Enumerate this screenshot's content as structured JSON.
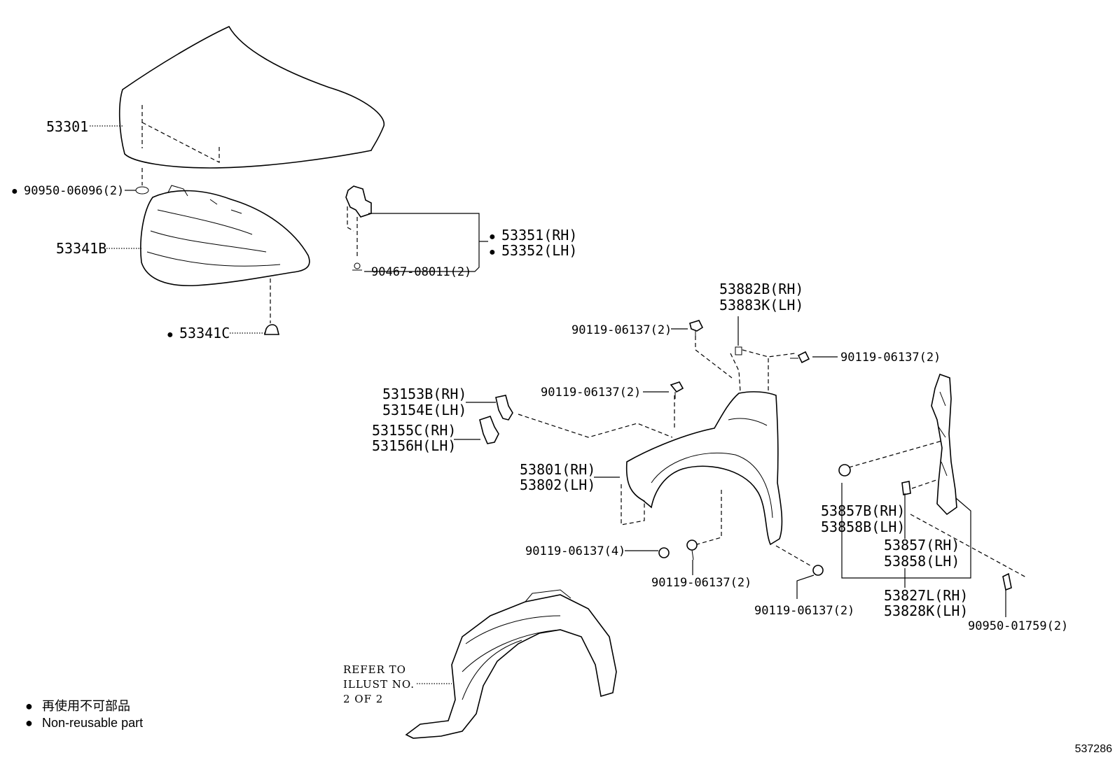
{
  "parts": {
    "hood": "53301",
    "hood_cushion": "90950-06096(2)",
    "hood_insulator": "53341B",
    "insulator_clip": "53341C",
    "hood_hinge_rh": "53351(RH)",
    "hood_hinge_lh": "53352(LH)",
    "hinge_bolt": "90467-08011(2)",
    "fender_bracket_rh": "53882B(RH)",
    "fender_bracket_lh": "53883K(LH)",
    "bolt_top_left": "90119-06137(2)",
    "bolt_top_right": "90119-06137(2)",
    "bolt_upper_mid": "90119-06137(2)",
    "support_upper_rh": "53153B(RH)",
    "support_upper_lh": "53154E(LH)",
    "support_lower_rh": "53155C(RH)",
    "support_lower_lh": "53156H(LH)",
    "fender_rh": "53801(RH)",
    "fender_lh": "53802(LH)",
    "bolt_front_4": "90119-06137(4)",
    "bolt_bottom_mid": "90119-06137(2)",
    "bolt_bottom_right": "90119-06137(2)",
    "seal_b_rh": "53857B(RH)",
    "seal_b_lh": "53858B(LH)",
    "seal_rh": "53857(RH)",
    "seal_lh": "53858(LH)",
    "protector_rh": "53827L(RH)",
    "protector_lh": "53828K(LH)",
    "fender_cushion": "90950-01759(2)"
  },
  "refer": {
    "line1": "REFER TO",
    "line2": "ILLUST NO.",
    "line3": "2 OF 2"
  },
  "legend": {
    "bullet": "●",
    "japanese": "再使用不可部品",
    "english": "Non-reusable part"
  },
  "illustration_number": "537286"
}
